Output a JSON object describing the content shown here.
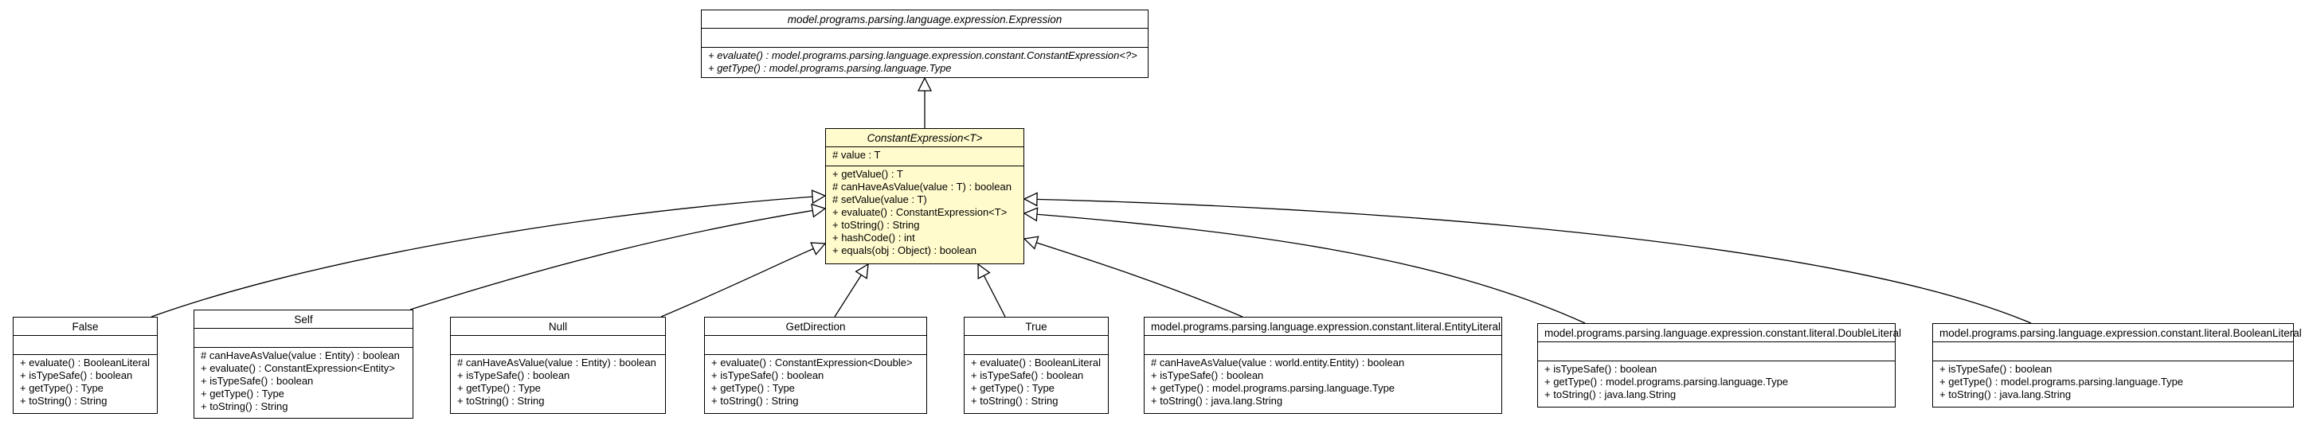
{
  "classes": {
    "expression": {
      "name": "model.programs.parsing.language.expression.Expression",
      "attributes": [],
      "methods": [
        "+ evaluate() : model.programs.parsing.language.expression.constant.ConstantExpression<?>",
        "+ getType() : model.programs.parsing.language.Type"
      ]
    },
    "constant_expression": {
      "name": "ConstantExpression<T>",
      "attributes": [
        "# value : T"
      ],
      "methods": [
        "+ getValue() : T",
        "# canHaveAsValue(value : T) : boolean",
        "# setValue(value : T)",
        "+ evaluate() : ConstantExpression<T>",
        "+ toString() : String",
        "+ hashCode() : int",
        "+ equals(obj : Object) : boolean"
      ]
    },
    "false_cls": {
      "name": "False",
      "attributes": [],
      "methods": [
        "+ evaluate() : BooleanLiteral",
        "+ isTypeSafe() : boolean",
        "+ getType() : Type",
        "+ toString() : String"
      ]
    },
    "self_cls": {
      "name": "Self",
      "attributes": [],
      "methods": [
        "# canHaveAsValue(value : Entity) : boolean",
        "+ evaluate() : ConstantExpression<Entity>",
        "+ isTypeSafe() : boolean",
        "+ getType() : Type",
        "+ toString() : String"
      ]
    },
    "null_cls": {
      "name": "Null",
      "attributes": [],
      "methods": [
        "# canHaveAsValue(value : Entity) : boolean",
        "+ isTypeSafe() : boolean",
        "+ getType() : Type",
        "+ toString() : String"
      ]
    },
    "getdirection_cls": {
      "name": "GetDirection",
      "attributes": [],
      "methods": [
        "+ evaluate() : ConstantExpression<Double>",
        "+ isTypeSafe() : boolean",
        "+ getType() : Type",
        "+ toString() : String"
      ]
    },
    "true_cls": {
      "name": "True",
      "attributes": [],
      "methods": [
        "+ evaluate() : BooleanLiteral",
        "+ isTypeSafe() : boolean",
        "+ getType() : Type",
        "+ toString() : String"
      ]
    },
    "entityliteral_cls": {
      "name": "model.programs.parsing.language.expression.constant.literal.EntityLiteral",
      "attributes": [],
      "methods": [
        "# canHaveAsValue(value : world.entity.Entity) : boolean",
        "+ isTypeSafe() : boolean",
        "+ getType() : model.programs.parsing.language.Type",
        "+ toString() : java.lang.String"
      ]
    },
    "doubleliteral_cls": {
      "name": "model.programs.parsing.language.expression.constant.literal.DoubleLiteral",
      "attributes": [],
      "methods": [
        "+ isTypeSafe() : boolean",
        "+ getType() : model.programs.parsing.language.Type",
        "+ toString() : java.lang.String"
      ]
    },
    "booleanliteral_cls": {
      "name": "model.programs.parsing.language.expression.constant.literal.BooleanLiteral",
      "attributes": [],
      "methods": [
        "+ isTypeSafe() : boolean",
        "+ getType() : model.programs.parsing.language.Type",
        "+ toString() : java.lang.String"
      ]
    }
  },
  "relations": [
    {
      "from": "constant_expression",
      "to": "expression",
      "kind": "generalization"
    },
    {
      "from": "false_cls",
      "to": "constant_expression",
      "kind": "generalization"
    },
    {
      "from": "self_cls",
      "to": "constant_expression",
      "kind": "generalization"
    },
    {
      "from": "null_cls",
      "to": "constant_expression",
      "kind": "generalization"
    },
    {
      "from": "getdirection_cls",
      "to": "constant_expression",
      "kind": "generalization"
    },
    {
      "from": "true_cls",
      "to": "constant_expression",
      "kind": "generalization"
    },
    {
      "from": "entityliteral_cls",
      "to": "constant_expression",
      "kind": "generalization"
    },
    {
      "from": "doubleliteral_cls",
      "to": "constant_expression",
      "kind": "generalization"
    },
    {
      "from": "booleanliteral_cls",
      "to": "constant_expression",
      "kind": "generalization"
    }
  ],
  "colors": {
    "focus_fill": "#fffbcc",
    "box_fill": "#ffffff",
    "stroke": "#000000"
  }
}
